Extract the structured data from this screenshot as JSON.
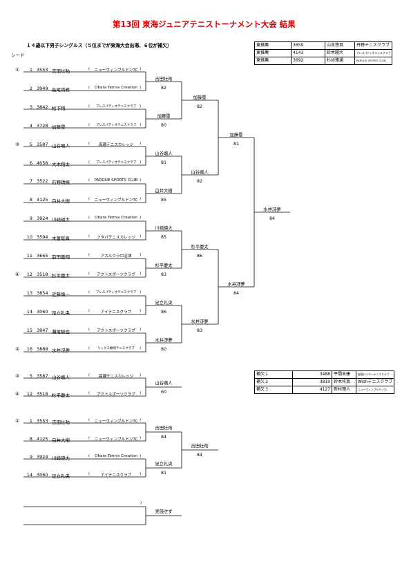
{
  "title": "第13回 東海ジュニアテニストーナメント大会 結果",
  "subtitle": "１４歳以下男子シングルス（５位までが東海大会出場、６位が補欠）",
  "seed_label": "シード",
  "qualifiers": [
    {
      "pref": "東推薦",
      "id": "3659",
      "name": "山本悠真",
      "club": "丹野テニスクラブ"
    },
    {
      "pref": "東推薦",
      "id": "4143",
      "name": "鈴木陽大",
      "club": "プレスパティオテニスクラブ"
    },
    {
      "pref": "東推薦",
      "id": "3692",
      "name": "杉谷雅通",
      "club": "PARQUE SPORTS CLUB"
    }
  ],
  "players": [
    {
      "seed": "①",
      "no": "1",
      "id": "3553",
      "name": "吉田壮祐",
      "club": "ニューウィンブルドンTC"
    },
    {
      "seed": "",
      "no": "2",
      "id": "3949",
      "name": "長尾尚務",
      "club": "Ohara Tennis Creation"
    },
    {
      "seed": "",
      "no": "3",
      "id": "3842",
      "name": "松下翔",
      "club": "プレスパティオテニスクラブ"
    },
    {
      "seed": "",
      "no": "4",
      "id": "3728",
      "name": "加藤塁",
      "club": "プレスパティオテニスクラブ"
    },
    {
      "seed": "③",
      "no": "5",
      "id": "3587",
      "name": "山谷颯人",
      "club": "高瀬テニスカレッジ"
    },
    {
      "seed": "",
      "no": "6",
      "id": "4058",
      "name": "大木翔太",
      "club": "プレスパティオテニスクラブ"
    },
    {
      "seed": "",
      "no": "7",
      "id": "3522",
      "name": "石野晴楓",
      "club": "PARQUE SPORTS CLUB"
    },
    {
      "seed": "",
      "no": "8",
      "id": "4125",
      "name": "白井大樹",
      "club": "ニューウィンブルドンTC"
    },
    {
      "seed": "",
      "no": "9",
      "id": "3924",
      "name": "川崎瑛大",
      "club": "Ohara Tennis Creation"
    },
    {
      "seed": "",
      "no": "10",
      "id": "3594",
      "name": "木曽聡真",
      "club": "フタバテニスカレッジ"
    },
    {
      "seed": "",
      "no": "11",
      "id": "3665",
      "name": "前田豊翔",
      "club": "アスルクラロ沼津"
    },
    {
      "seed": "④",
      "no": "12",
      "id": "3518",
      "name": "杉平慶太",
      "club": "アクトスポーツクラブ"
    },
    {
      "seed": "",
      "no": "13",
      "id": "3854",
      "name": "近藤慎一",
      "club": "プレスパティオテニスクラブ"
    },
    {
      "seed": "",
      "no": "14",
      "id": "3060",
      "name": "足立礼央",
      "club": "アイテニスクラブ"
    },
    {
      "seed": "",
      "no": "15",
      "id": "3847",
      "name": "瀬尾駿也",
      "club": "アクトスポーツクラブ"
    },
    {
      "seed": "②",
      "no": "16",
      "id": "3888",
      "name": "水井冴夢",
      "club": "リックス静岡テニスクラブ"
    }
  ],
  "round1": [
    {
      "name": "吉田壮祐",
      "score": "82"
    },
    {
      "name": "加藤塁",
      "score": "80"
    },
    {
      "name": "山谷颯人",
      "score": "81"
    },
    {
      "name": "白井大樹",
      "score": "85"
    },
    {
      "name": "川崎瑛大",
      "score": "85"
    },
    {
      "name": "杉平慶太",
      "score": "83"
    },
    {
      "name": "足立礼央",
      "score": "86"
    },
    {
      "name": "水井冴夢",
      "score": "80"
    }
  ],
  "round2": [
    {
      "name": "加藤塁",
      "score": "82"
    },
    {
      "name": "山谷颯人",
      "score": "82"
    },
    {
      "name": "杉平慶太",
      "score": "86"
    },
    {
      "name": "水井冴夢",
      "score": "83"
    }
  ],
  "semis": [
    {
      "name": "加藤塁",
      "score": "81"
    },
    {
      "name": "水井冴夢",
      "score": "84"
    }
  ],
  "final": {
    "name": "水井冴夢",
    "score": "84"
  },
  "third_place": {
    "players": [
      {
        "seed": "③",
        "no": "5",
        "id": "3587",
        "name": "山谷颯人",
        "club": "高瀬テニスカレッジ"
      },
      {
        "seed": "④",
        "no": "12",
        "id": "3518",
        "name": "杉平慶太",
        "club": "アクトスポーツクラブ"
      }
    ],
    "winner": {
      "name": "山谷颯人",
      "score": "60"
    }
  },
  "reserves": [
    {
      "label": "補欠１",
      "id": "3488",
      "name": "平間未康",
      "club": "桜島ロイヤーテニスクラブ"
    },
    {
      "label": "補欠２",
      "id": "3819",
      "name": "鈴木将真",
      "club": "Wishテニスクラブ"
    },
    {
      "label": "補欠３",
      "id": "4127",
      "name": "新村理人",
      "club": "ニューウィンブルドンTC"
    }
  ],
  "fifth_place": {
    "players": [
      {
        "seed": "①",
        "no": "1",
        "id": "3553",
        "name": "吉田壮祐",
        "club": "ニューウィンブルドンTC"
      },
      {
        "seed": "",
        "no": "8",
        "id": "4125",
        "name": "白井大樹",
        "club": "ニューウィンブルドンTC"
      },
      {
        "seed": "",
        "no": "9",
        "id": "3924",
        "name": "川崎瑛大",
        "club": "Ohara Tennis Creation"
      },
      {
        "seed": "",
        "no": "14",
        "id": "3060",
        "name": "足立礼央",
        "club": "アイテニスクラブ"
      }
    ],
    "r1": [
      {
        "name": "吉田壮祐",
        "score": "84"
      },
      {
        "name": "足立礼央",
        "score": "81"
      }
    ],
    "winner": {
      "name": "吉田壮祐",
      "score": "84"
    }
  },
  "not_held": {
    "paren": ")",
    "label": "実施せず"
  }
}
